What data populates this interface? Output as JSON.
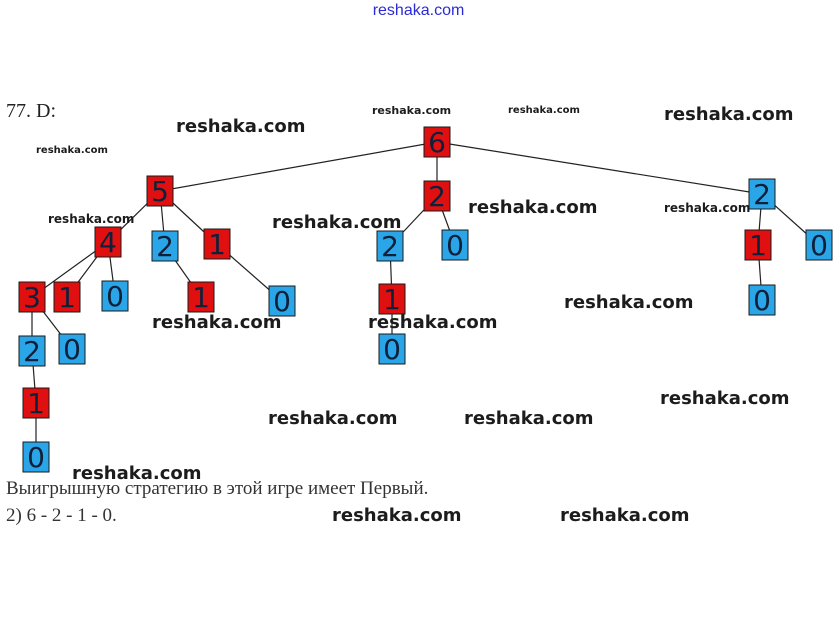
{
  "header": {
    "site": "reshaka.com"
  },
  "problem": {
    "label": "77. D:"
  },
  "tree": {
    "colors": {
      "red": "#e01010",
      "blue": "#2aa6e8",
      "edge": "#222222",
      "text": "#10203a"
    },
    "nodes": [
      {
        "id": "n-root",
        "value": "6",
        "color": "red"
      },
      {
        "id": "n-a",
        "value": "5",
        "color": "red"
      },
      {
        "id": "n-b",
        "value": "2",
        "color": "red"
      },
      {
        "id": "n-c",
        "value": "2",
        "color": "blue"
      },
      {
        "id": "n-a1",
        "value": "4",
        "color": "red"
      },
      {
        "id": "n-a2",
        "value": "2",
        "color": "blue"
      },
      {
        "id": "n-a3",
        "value": "1",
        "color": "red"
      },
      {
        "id": "n-b1",
        "value": "2",
        "color": "blue"
      },
      {
        "id": "n-b2",
        "value": "0",
        "color": "blue"
      },
      {
        "id": "n-c1",
        "value": "1",
        "color": "red"
      },
      {
        "id": "n-c2",
        "value": "0",
        "color": "blue"
      },
      {
        "id": "n-a1a",
        "value": "3",
        "color": "red"
      },
      {
        "id": "n-a1b",
        "value": "1",
        "color": "red"
      },
      {
        "id": "n-a1c",
        "value": "0",
        "color": "blue"
      },
      {
        "id": "n-a2a",
        "value": "1",
        "color": "red"
      },
      {
        "id": "n-a3a",
        "value": "0",
        "color": "blue"
      },
      {
        "id": "n-b1a",
        "value": "1",
        "color": "red"
      },
      {
        "id": "n-c1a",
        "value": "0",
        "color": "blue"
      },
      {
        "id": "n-a1a1",
        "value": "2",
        "color": "blue"
      },
      {
        "id": "n-a1a2",
        "value": "0",
        "color": "blue"
      },
      {
        "id": "n-b1a1",
        "value": "0",
        "color": "blue"
      },
      {
        "id": "n-a1a1a",
        "value": "1",
        "color": "red"
      },
      {
        "id": "n-a1a1a1",
        "value": "0",
        "color": "blue"
      }
    ],
    "edges": [
      [
        "n-root",
        "n-a"
      ],
      [
        "n-root",
        "n-b"
      ],
      [
        "n-root",
        "n-c"
      ],
      [
        "n-a",
        "n-a1"
      ],
      [
        "n-a",
        "n-a2"
      ],
      [
        "n-a",
        "n-a3"
      ],
      [
        "n-b",
        "n-b1"
      ],
      [
        "n-b",
        "n-b2"
      ],
      [
        "n-c",
        "n-c1"
      ],
      [
        "n-c",
        "n-c2"
      ],
      [
        "n-a1",
        "n-a1a"
      ],
      [
        "n-a1",
        "n-a1b"
      ],
      [
        "n-a1",
        "n-a1c"
      ],
      [
        "n-a2",
        "n-a2a"
      ],
      [
        "n-a3",
        "n-a3a"
      ],
      [
        "n-b1",
        "n-b1a"
      ],
      [
        "n-c1",
        "n-c1a"
      ],
      [
        "n-a1a",
        "n-a1a1"
      ],
      [
        "n-a1a",
        "n-a1a2"
      ],
      [
        "n-b1a",
        "n-b1a1"
      ],
      [
        "n-a1a1",
        "n-a1a1a"
      ],
      [
        "n-a1a1a",
        "n-a1a1a1"
      ]
    ]
  },
  "answer": {
    "line1": "Выигрышную стратегию в этой игре имеет Первый.",
    "line2": "2) 6 - 2 - 1 - 0."
  },
  "watermark": {
    "text": "reshaka.com"
  }
}
